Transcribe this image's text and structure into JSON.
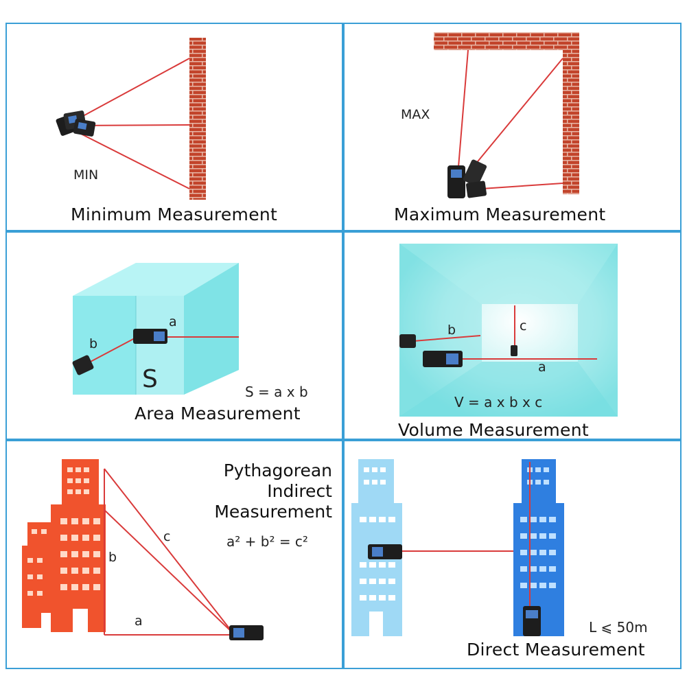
{
  "panels": {
    "min": {
      "caption": "Minimum Measurement",
      "label": "MIN"
    },
    "max": {
      "caption": "Maximum Measurement",
      "label": "MAX"
    },
    "area": {
      "caption": "Area Measurement",
      "formula": "S = a x b",
      "label_s": "S",
      "label_a": "a",
      "label_b": "b"
    },
    "volume": {
      "caption": "Volume Measurement",
      "formula": "V = a x b x c",
      "label_a": "a",
      "label_b": "b",
      "label_c": "c"
    },
    "pyth": {
      "caption_lines": [
        "Pythagorean",
        "Indirect",
        "Measurement"
      ],
      "formula": "a² + b² = c²",
      "label_a": "a",
      "label_b": "b",
      "label_c": "c"
    },
    "direct": {
      "caption": "Direct Measurement",
      "formula": "L ⩽ 50m"
    }
  },
  "colors": {
    "border": "#3a9fd6",
    "laser": "#d93a3a",
    "brick": "#c2442b",
    "cyan": "#7fe3e6",
    "orange_building": "#f0532d",
    "blue_building": "#2f7fe0",
    "light_blue_building": "#9fd9f5"
  }
}
